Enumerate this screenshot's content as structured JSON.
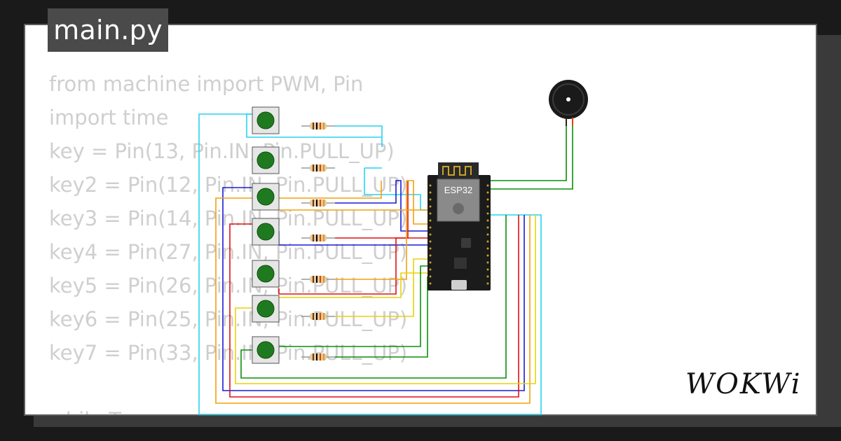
{
  "editor": {
    "filename": "main.py",
    "code_lines": [
      "from machine import PWM, Pin",
      "import time",
      "key = Pin(13, Pin.IN, Pin.PULL_UP)",
      "key2 = Pin(12, Pin.IN, Pin.PULL_UP)",
      "key3 = Pin(14, Pin.IN, Pin.PULL_UP)",
      "key4 = Pin(27, Pin.IN, Pin.PULL_UP)",
      "key5 = Pin(26, Pin.IN, Pin.PULL_UP)",
      "key6 = Pin(25, Pin.IN, Pin.PULL_UP)",
      "key7 = Pin(33, Pin.IN, Pin.PULL_UP)",
      "",
      "while True:"
    ]
  },
  "board": {
    "label": "ESP32"
  },
  "brand": {
    "logo": "WOKWi"
  },
  "colors": {
    "button_green": "#1f7a1f",
    "wire_cyan": "#27d4f0",
    "wire_blue": "#1b1bd6",
    "wire_red": "#e01212",
    "wire_orange": "#f2a20d",
    "wire_yellow": "#e8d20c",
    "wire_green": "#0a8f0a",
    "board_black": "#1b1b1b"
  }
}
